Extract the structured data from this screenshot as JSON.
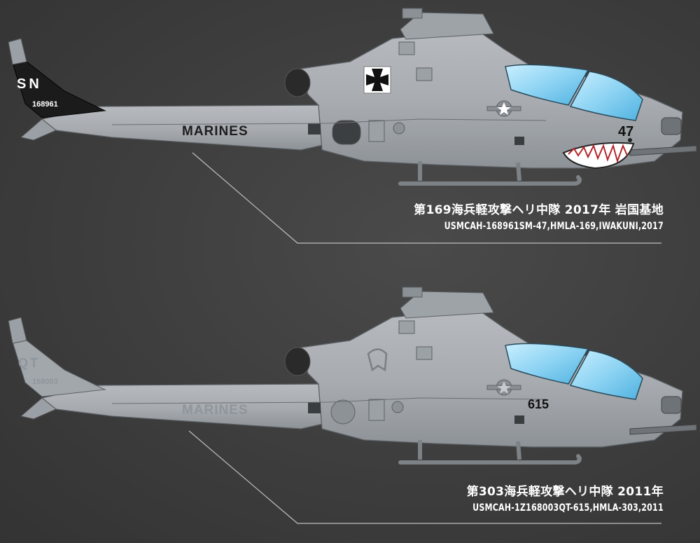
{
  "variants": [
    {
      "tail_code": "SN",
      "tail_serial": "168961",
      "side_text": "MARINES",
      "nose_number": "47",
      "caption_jp": "第169海兵軽攻撃ヘリ中隊 2017年 岩国基地",
      "caption_en": "USMCAH-168961SM-47,HMLA-169,IWAKUNI,2017"
    },
    {
      "tail_code": "QT",
      "tail_serial": "168003",
      "side_text": "MARINES",
      "nose_number": "615",
      "caption_jp": "第303海兵軽攻撃ヘリ中隊 2011年",
      "caption_en": "USMCAH-1Z168003QT-615,HMLA-303,2011"
    }
  ],
  "colors": {
    "background": "#3d3d3d",
    "fuselage": "#a9adb1",
    "fuselage_dark": "#7d8287",
    "canopy": "#8fd3f2",
    "tail_black": "#1b1b1b",
    "caption_text": "#ffffff",
    "leader_line": "#bfbfbf"
  }
}
